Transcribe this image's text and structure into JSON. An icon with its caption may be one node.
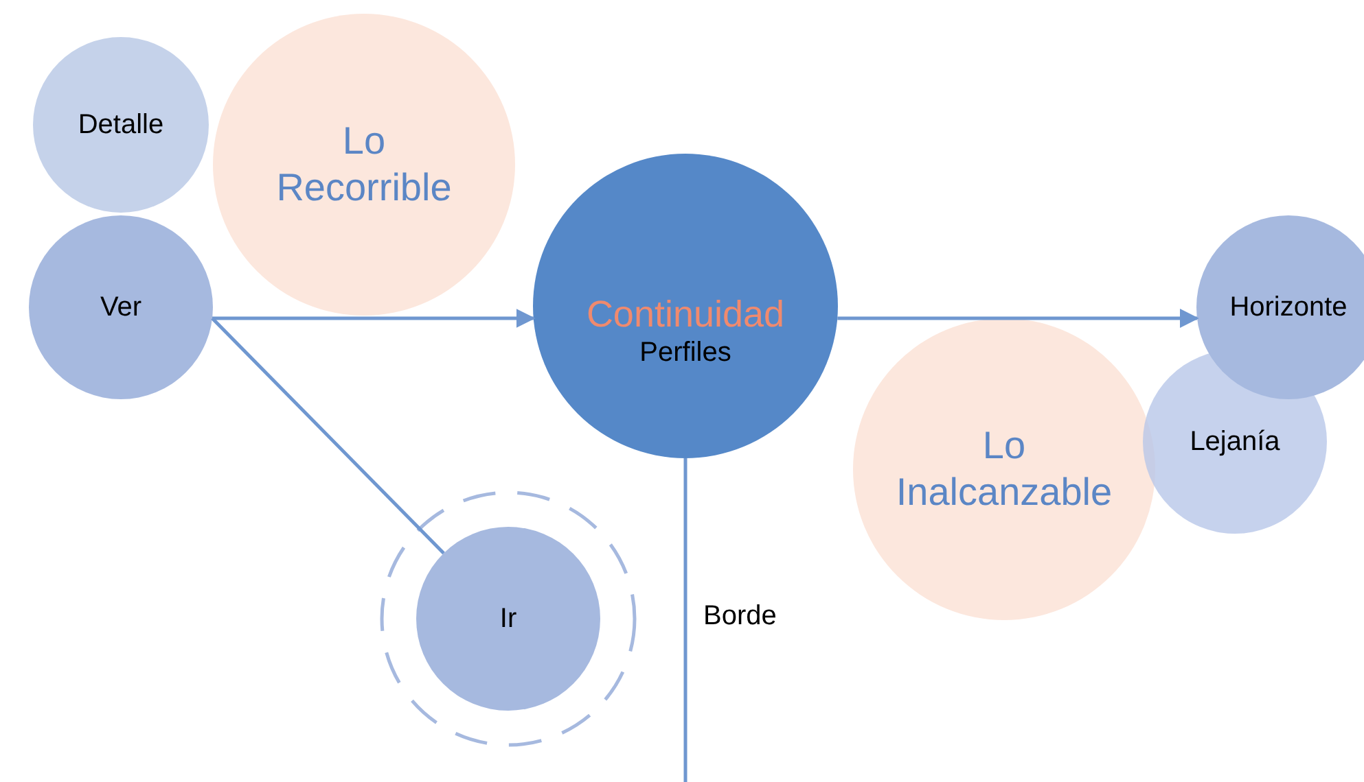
{
  "diagram": {
    "nodes": [
      {
        "text": [
          "Detalle"
        ]
      },
      {
        "text": [
          "Lo Recorrible"
        ]
      },
      {
        "text": [
          "Ver"
        ]
      },
      {
        "text": [
          "Continuidad",
          "Perfiles"
        ]
      },
      {
        "text": [
          "Horizonte"
        ]
      },
      {
        "text": [
          "Lejanía"
        ]
      },
      {
        "text": [
          "Lo Inalcanzable"
        ]
      },
      {
        "text": [
          "Ir"
        ]
      }
    ],
    "edges": [
      {
        "from": 2,
        "to": 3,
        "arrow": "to"
      },
      {
        "from": 3,
        "to": 4,
        "arrow": "to"
      },
      {
        "from": 2,
        "to": 7,
        "arrow": "none"
      },
      {
        "from": 3,
        "to": null,
        "arrow": "none"
      }
    ],
    "labels": [
      "Borde"
    ]
  }
}
